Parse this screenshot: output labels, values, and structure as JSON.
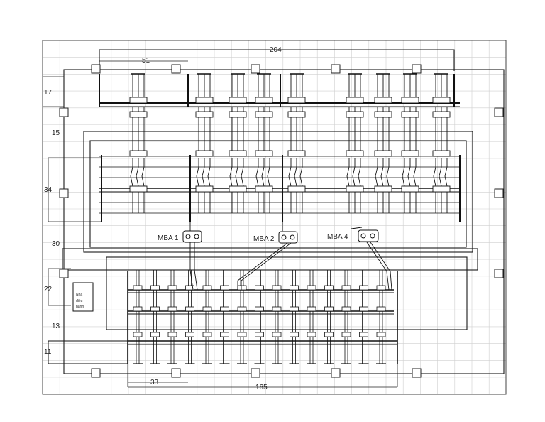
{
  "dimensions": {
    "top_total": "204",
    "top_left": "51",
    "left_17": "17",
    "left_15": "15",
    "left_34": "34",
    "left_30": "30",
    "left_22": "22",
    "left_13": "13",
    "left_11": "11",
    "bottom_33": "33",
    "bottom_165": "165"
  },
  "transformers": {
    "mba1": "MBA 1",
    "mba2": "MBA 2",
    "mba4": "MBA 4"
  },
  "control_house": {
    "line1": "Nhà",
    "line2": "điều",
    "line3": "hành"
  },
  "colors": {
    "grid": "#cfcfcf",
    "line": "#1a1a1a",
    "frame": "#555555"
  }
}
